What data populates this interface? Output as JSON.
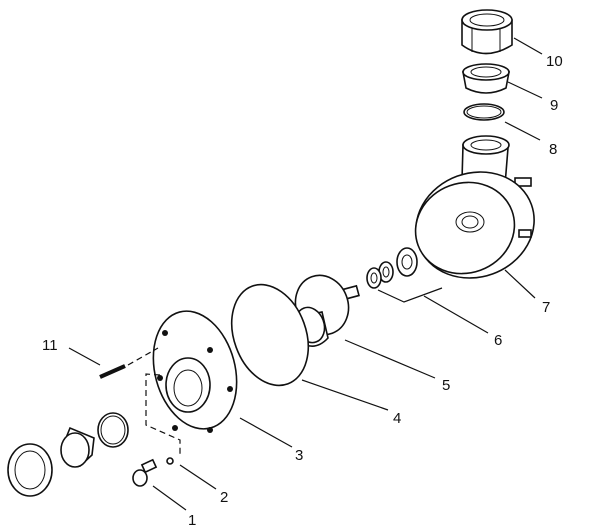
{
  "diagram": {
    "type": "exploded-parts-view",
    "callouts": [
      {
        "id": "1",
        "text": "1"
      },
      {
        "id": "2",
        "text": "2"
      },
      {
        "id": "3",
        "text": "3"
      },
      {
        "id": "4",
        "text": "4"
      },
      {
        "id": "5",
        "text": "5"
      },
      {
        "id": "6",
        "text": "6"
      },
      {
        "id": "7",
        "text": "7"
      },
      {
        "id": "8",
        "text": "8"
      },
      {
        "id": "9",
        "text": "9"
      },
      {
        "id": "10",
        "text": "10"
      },
      {
        "id": "11",
        "text": "11"
      }
    ]
  }
}
